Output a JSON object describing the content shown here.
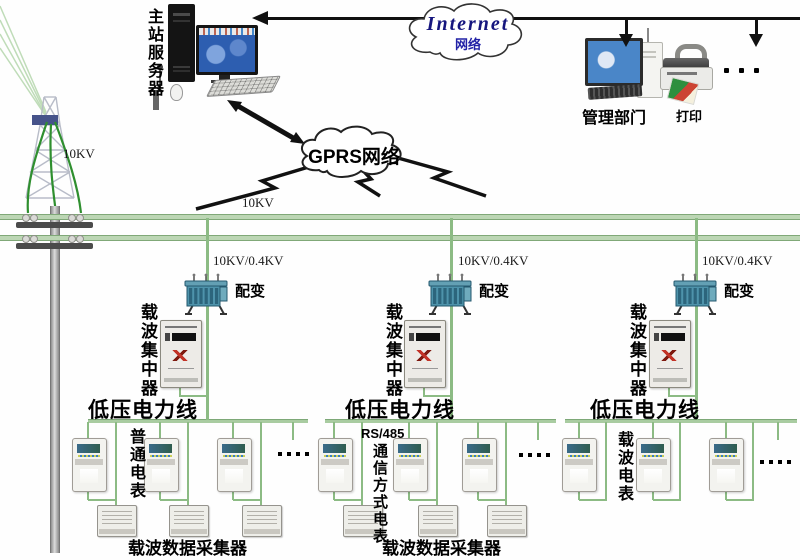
{
  "master_station": {
    "label": "主站服务器"
  },
  "internet": {
    "name": "Internet",
    "subtitle": "网络"
  },
  "management": {
    "label": "管理部门"
  },
  "printer": {
    "label": "打印"
  },
  "gprs": {
    "label": "GPRS网络"
  },
  "hv": {
    "tower_voltage": "10KV",
    "line_voltage": "10KV"
  },
  "sections": [
    {
      "ratio": "10KV/0.4KV",
      "transformer": "配变",
      "concentrator": "载波集中器",
      "lv_line": "低压电力线",
      "meter_type": "普通电表",
      "collector": "载波数据采集器"
    },
    {
      "ratio": "10KV/0.4KV",
      "transformer": "配变",
      "concentrator": "载波集中器",
      "lv_line": "低压电力线",
      "meter_type_prefix": "RS/485",
      "meter_type": "通信方式电表",
      "collector": "载波数据采集器"
    },
    {
      "ratio": "10KV/0.4KV",
      "transformer": "配变",
      "concentrator": "载波集中器",
      "lv_line": "低压电力线",
      "meter_type": "载波电表"
    }
  ],
  "colors": {
    "wire_green": "#8cbb84",
    "bus_fill": "#bcd6b4",
    "bus_edge": "#80a878",
    "internet_text": "#16167e",
    "transformer_body": "#4e93ab",
    "line_black": "#111111"
  }
}
